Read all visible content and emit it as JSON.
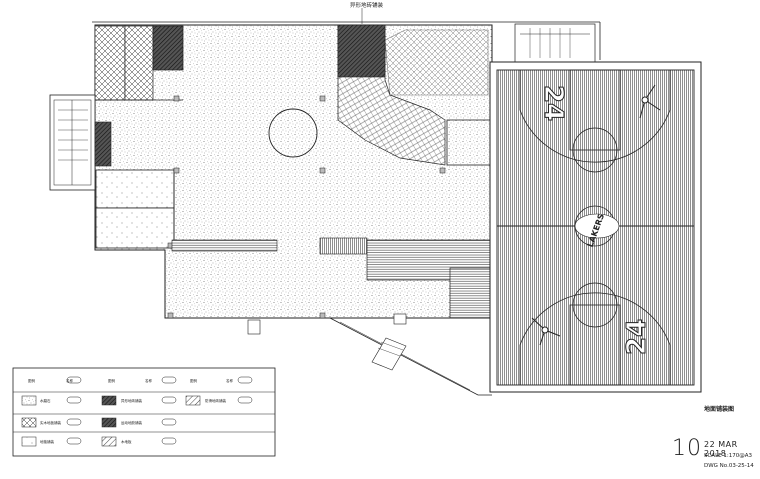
{
  "drawing": {
    "top_label": "异形地砖铺装",
    "sheet_title": "地面铺装图",
    "sheet_number": "10",
    "date": "22 MAR 2018",
    "scale": "SCALE 1:170@A3",
    "dwg_no": "DWG No.03-25-14"
  },
  "court": {
    "left_text": "24",
    "right_text": "24",
    "center_logo": "LAKERS"
  },
  "legend": {
    "headers": [
      "图例",
      "名称",
      "图例",
      "名称",
      "图例",
      "名称"
    ],
    "rows": [
      [
        "水磨石",
        "异形地砖铺装",
        "防滑地砖铺装"
      ],
      [
        "实木地板铺装",
        "运动地胶铺装",
        ""
      ],
      [
        "地毯铺装",
        "木地板",
        ""
      ]
    ]
  },
  "colors": {
    "line": "#222222",
    "hatch": "#333333",
    "speckle": "#555555"
  }
}
